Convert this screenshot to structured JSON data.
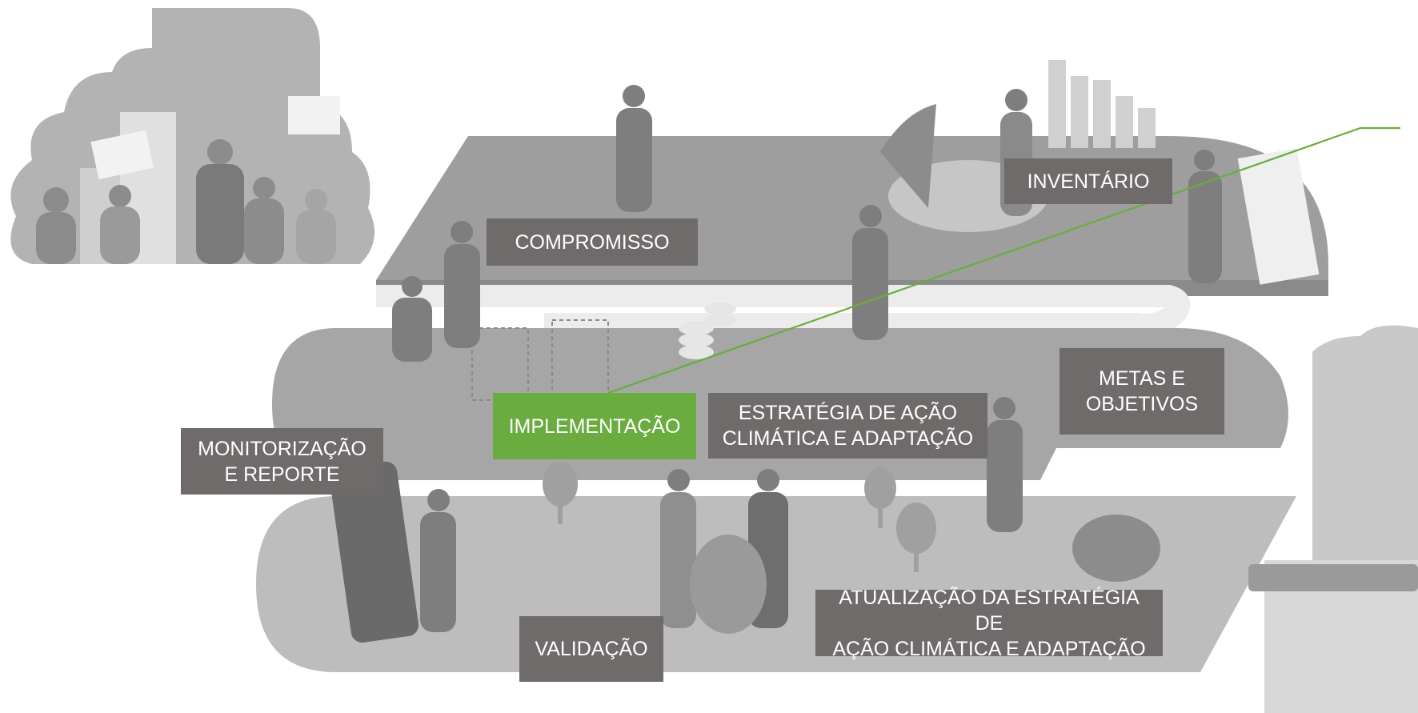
{
  "colors": {
    "label_bg": "#6e6b6a",
    "active_bg": "#6aac3f",
    "label_text": "#ffffff",
    "pointer_line": "#6aac3f",
    "illustration_dark": "#8c8c8c",
    "illustration_mid": "#b3b3b3",
    "illustration_light": "#d6d6d6"
  },
  "illustration": {
    "description_icon": "climate-action-journey-illustration"
  },
  "steps": {
    "compromisso": "COMPROMISSO",
    "inventario": "INVENTÁRIO",
    "metas": "METAS E\nOBJETIVOS",
    "estrategia": "ESTRATÉGIA DE AÇÃO\nCLIMÁTICA E ADAPTAÇÃO",
    "implementacao": "IMPLEMENTAÇÃO",
    "monitorizacao": "MONITORIZAÇÃO\nE REPORTE",
    "validacao": "VALIDAÇÃO",
    "atualizacao": "ATUALIZAÇÃO DA ESTRATÉGIA DE\nAÇÃO CLIMÁTICA E ADAPTAÇÃO"
  },
  "active_step": "implementacao"
}
